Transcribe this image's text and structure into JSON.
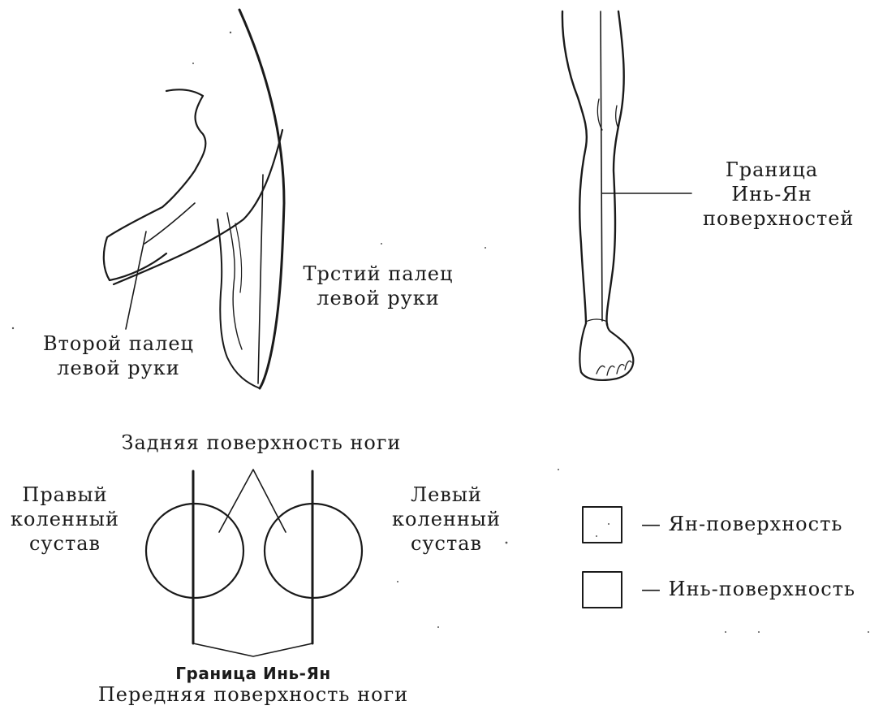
{
  "labels": {
    "border_leg_line1": "Граница",
    "border_leg_line2": "Инь-Ян",
    "border_leg_line3": "поверхностей",
    "third_finger_line1": "Трстий палец",
    "third_finger_line2": "левой руки",
    "second_finger_line1": "Второй палец",
    "second_finger_line2": "левой руки",
    "back_surface": "Задняя поверхность ноги",
    "right_knee_line1": "Правый",
    "right_knee_line2": "коленный",
    "right_knee_line3": "сустав",
    "left_knee_line1": "Левый",
    "left_knee_line2": "коленный",
    "left_knee_line3": "сустав",
    "border_bottom": "Граница Инь-Ян",
    "front_surface": "Передняя поверхность ноги"
  },
  "legend": [
    {
      "swatch": "yang",
      "dash": "—",
      "text": "Ян-поверхность"
    },
    {
      "swatch": "yin",
      "dash": "—",
      "text": "Инь-поверхность"
    }
  ]
}
